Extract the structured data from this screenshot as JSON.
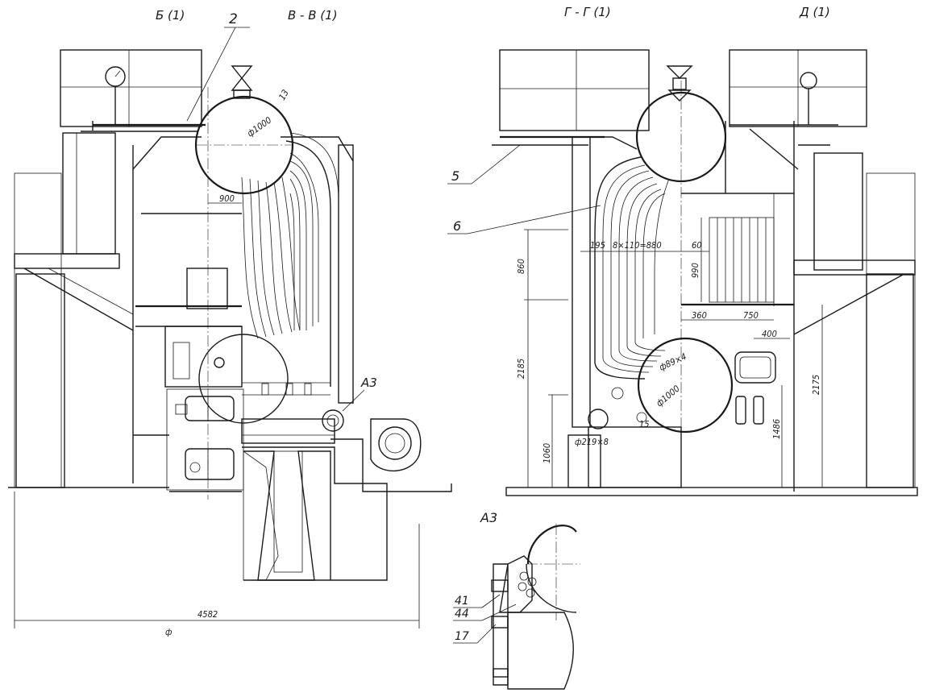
{
  "section_labels": {
    "b1": "Б (1)",
    "vv1": "В - В (1)",
    "gg1": "Г - Г (1)",
    "d1": "Д (1)",
    "a3_detail": "А3",
    "a3_callout": "А3"
  },
  "part_numbers": {
    "p2": "2",
    "p5": "5",
    "p6": "6",
    "p41": "41",
    "p44": "44",
    "p17": "17"
  },
  "dimensions": {
    "drum_dia_left": "ф1000",
    "drum_wall": "13",
    "offset_900": "900",
    "overall_4582": "4582",
    "base_mark": "ф",
    "d195": "195",
    "tube_pitch": "8×110=880",
    "d60": "60",
    "h860": "860",
    "h990": "990",
    "d360": "360",
    "d750": "750",
    "d400": "400",
    "tube_89": "ф89×4",
    "drum_dia_right": "ф1000",
    "r15": "15",
    "h2185": "2185",
    "h1060": "1060",
    "pipe_219": "ф219×8",
    "h1486": "1486",
    "h2175": "2175"
  }
}
